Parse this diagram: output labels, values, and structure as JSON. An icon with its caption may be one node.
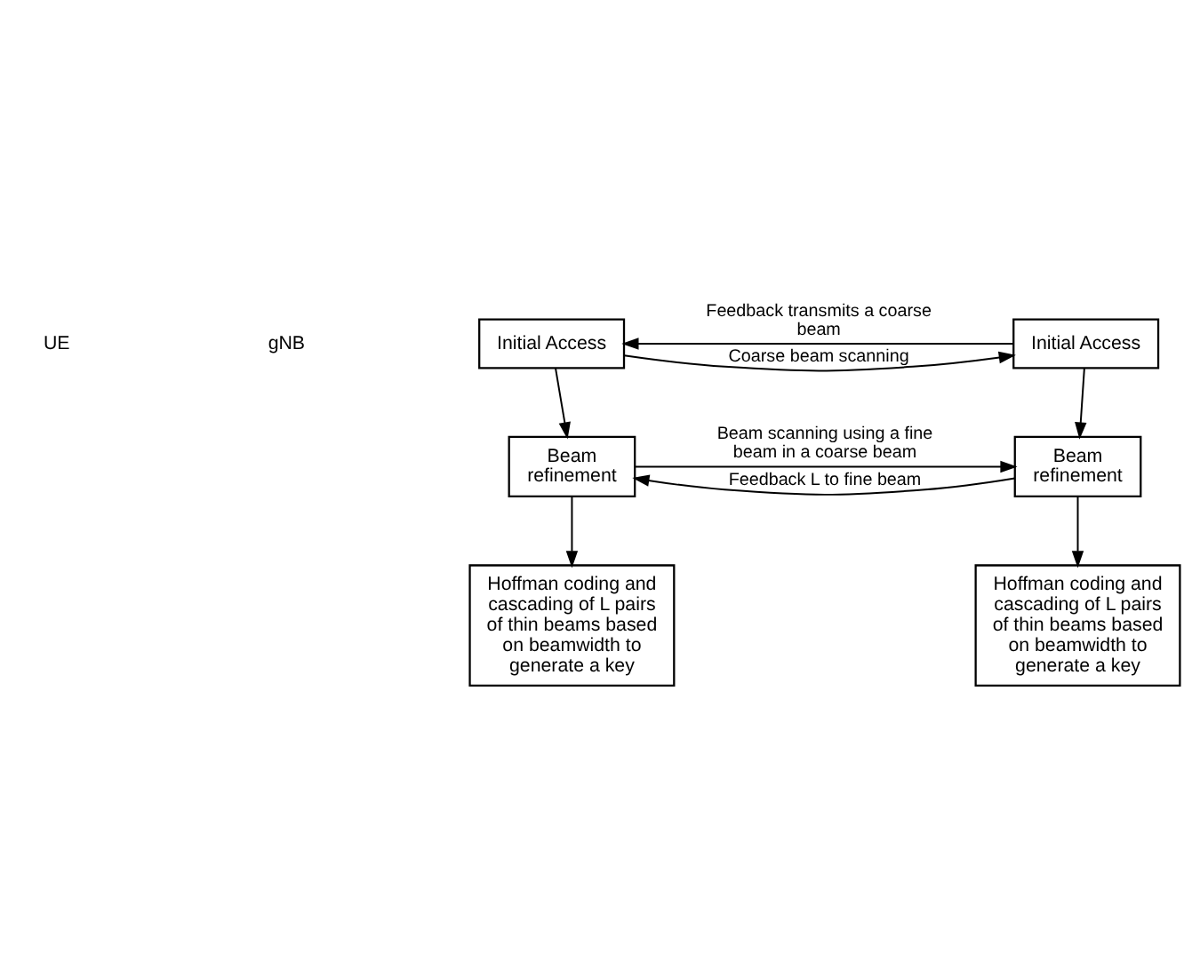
{
  "diagram": {
    "nodes": [
      {
        "text": [
          "Initial Access"
        ]
      },
      {
        "text": [
          "Initial Access"
        ]
      },
      {
        "text": [
          "Beam refinement"
        ]
      },
      {
        "text": [
          "Beam refinement"
        ]
      },
      {
        "text": [
          "Hoffman coding and cascading of L pairs of thin beams based on beamwidth to generate a key"
        ]
      },
      {
        "text": [
          "Hoffman coding and cascading of L pairs of thin beams based on beamwidth to generate a key"
        ]
      }
    ],
    "edges": [
      {
        "from": 0,
        "to": 1,
        "arrow": "to",
        "label": "Coarse beam scanning"
      },
      {
        "from": 1,
        "to": 0,
        "arrow": "to",
        "label": "Feedback transmits a coarse beam"
      },
      {
        "from": 0,
        "to": 2,
        "arrow": "to"
      },
      {
        "from": 1,
        "to": 3,
        "arrow": "to"
      },
      {
        "from": 2,
        "to": 3,
        "arrow": "to",
        "label": "Beam scanning using a fine beam in a coarse beam"
      },
      {
        "from": 3,
        "to": 2,
        "arrow": "to",
        "label": "Feedback L to fine beam"
      },
      {
        "from": 2,
        "to": 4,
        "arrow": "to"
      },
      {
        "from": 3,
        "to": 5,
        "arrow": "to"
      }
    ],
    "labels": [
      "gNB",
      "UE"
    ]
  }
}
